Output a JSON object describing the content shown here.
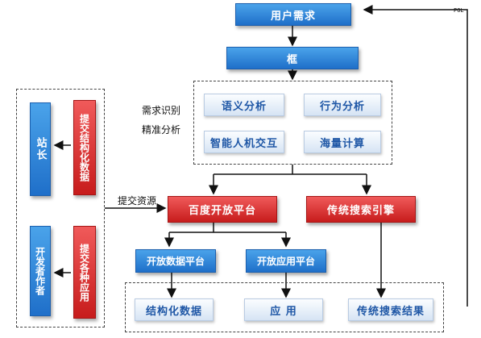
{
  "top": {
    "user_demand": "用户需求",
    "frame": "框"
  },
  "analysis": {
    "label_demand": "需求识别",
    "label_precise": "精准分析",
    "semantic": "语义分析",
    "behavior": "行为分析",
    "interaction": "智能人机交互",
    "computing": "海量计算"
  },
  "left": {
    "webmaster": "站长",
    "submit_structured": "提交结构化数据",
    "developer": "开发者作者",
    "submit_apps": "提交各种应用"
  },
  "submit_resources": "提交资源",
  "platform": {
    "baidu_open": "百度开放平台",
    "traditional_search": "传统搜索引擎"
  },
  "sub": {
    "open_data": "开放数据平台",
    "open_app": "开放应用平台"
  },
  "results": {
    "structured": "结构化数据",
    "apps": "应  用",
    "traditional_results": "传统搜索结果"
  },
  "corner_text": "POL"
}
